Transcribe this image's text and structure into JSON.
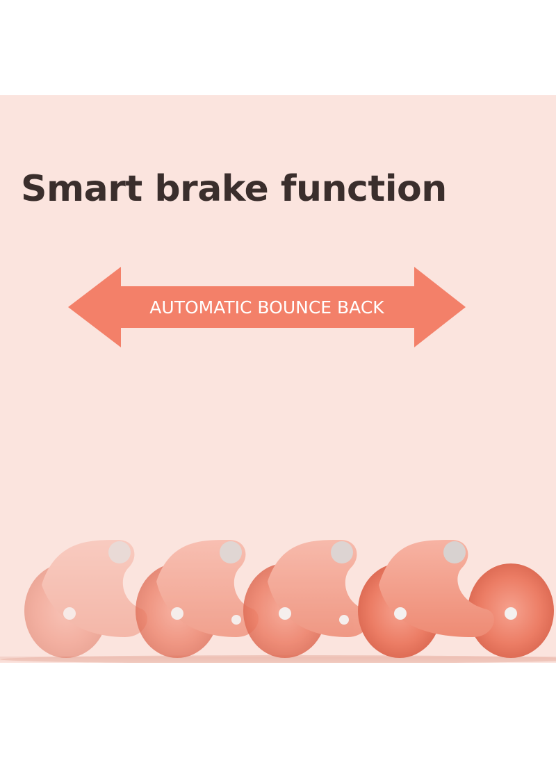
{
  "headline": "Smart brake function",
  "arrow": {
    "label": "AUTOMATIC BOUNCE BACK",
    "color": "#f38069"
  },
  "colors": {
    "background": "#fbe4de",
    "headline": "#3a2e2c",
    "roller": "#ef8a72",
    "roller_dark": "#e0755f"
  },
  "illustration": {
    "icon": "ab-roller-motion-sequence",
    "roller_count": 4
  }
}
